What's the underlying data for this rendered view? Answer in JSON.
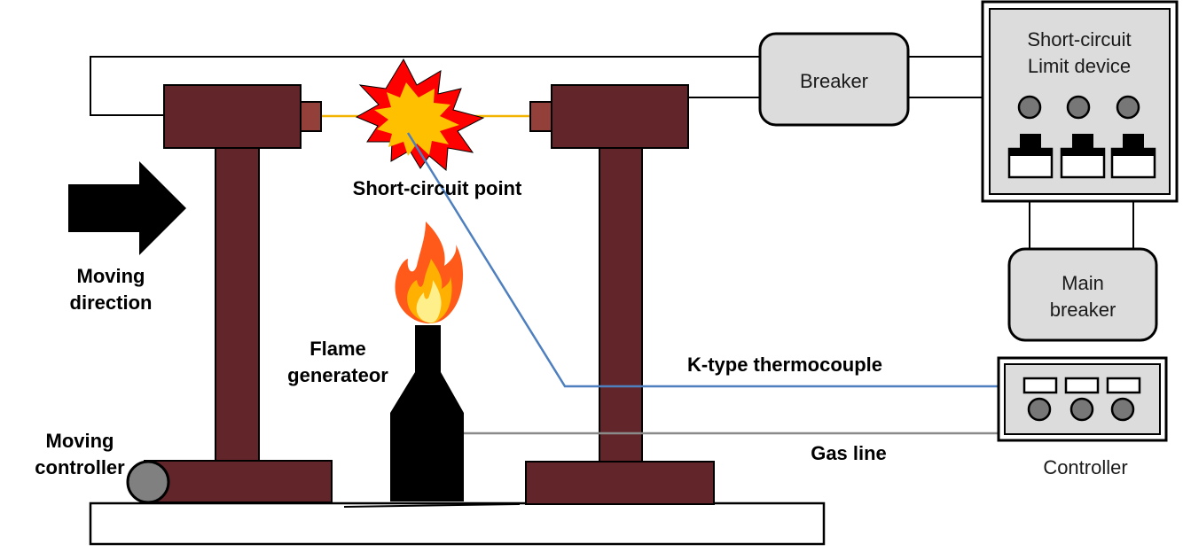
{
  "labels": {
    "short_circuit_point": "Short-circuit point",
    "moving_direction_line1": "Moving",
    "moving_direction_line2": "direction",
    "flame_line1": "Flame",
    "flame_line2": "generateor",
    "moving_controller_line1": "Moving",
    "moving_controller_line2": "controller",
    "thermocouple": "K-type thermocouple",
    "gas_line": "Gas line",
    "controller": "Controller"
  },
  "boxes": {
    "breaker": "Breaker",
    "limit_device_line1": "Short-circuit",
    "limit_device_line2": "Limit device",
    "main_breaker_line1": "Main",
    "main_breaker_line2": "breaker"
  },
  "colors": {
    "electrode": "#62262a",
    "electrode_tip": "#93403b",
    "box_fill": "#dcdcdc",
    "thermocouple_line": "#4e7fbf",
    "gas_line": "#8a8a8a",
    "wire": "#f2b400",
    "knob": "#777777"
  }
}
